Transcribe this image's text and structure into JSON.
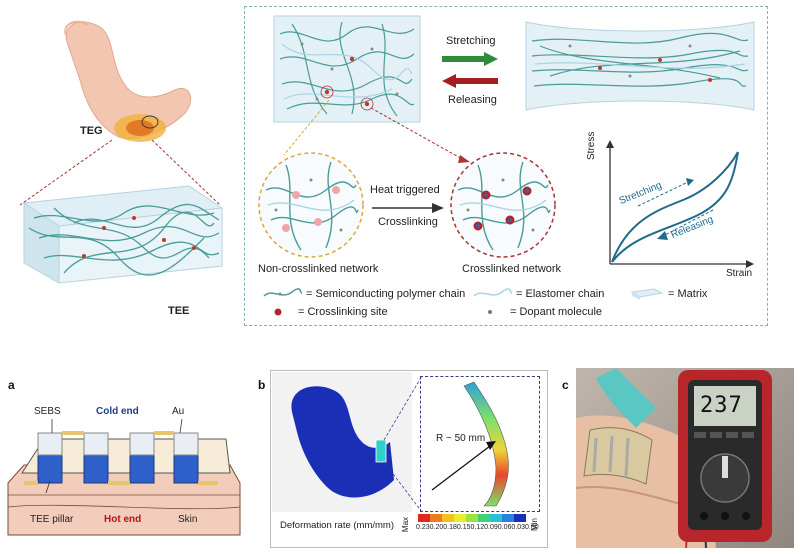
{
  "top": {
    "teg_label": "TEG",
    "tee_label": "TEE",
    "stretching": "Stretching",
    "releasing": "Releasing",
    "heat_triggered": "Heat triggered",
    "crosslinking": "Crosslinking",
    "non_crosslinked": "Non-crosslinked network",
    "crosslinked": "Crosslinked network",
    "graph": {
      "ylabel": "Stress",
      "xlabel": "Strain",
      "stretching": "Stretching",
      "releasing": "Releasing"
    },
    "legend": {
      "semiconducting": "= Semiconducting polymer chain",
      "elastomer": "= Elastomer chain",
      "matrix": "= Matrix",
      "crosslinking_site": "= Crosslinking site",
      "dopant": "= Dopant molecule"
    }
  },
  "panel_a": {
    "letter": "a",
    "sebs": "SEBS",
    "cold_end": "Cold end",
    "au": "Au",
    "tee_pillar": "TEE pillar",
    "hot_end": "Hot end",
    "skin": "Skin"
  },
  "panel_b": {
    "letter": "b",
    "radius": "R ~ 50 mm",
    "deformation_label": "Deformation rate (mm/mm)",
    "max": "Max",
    "min": "Min",
    "ticks": [
      "0.23",
      "0.20",
      "0.18",
      "0.15",
      "0.12",
      "0.09",
      "0.06",
      "0.03",
      "0.00"
    ]
  },
  "panel_c": {
    "letter": "c",
    "meter_reading": "237"
  },
  "colors": {
    "frame": "#7fb3b6",
    "chain": "#4a9c98",
    "crosslink": "#c0392b",
    "stretch_arrow": "#2e8b3a",
    "release_arrow": "#a31f1f",
    "curve": "#1f6b8a",
    "cold_text": "#1a3d8f",
    "hot_text": "#b3141b"
  }
}
